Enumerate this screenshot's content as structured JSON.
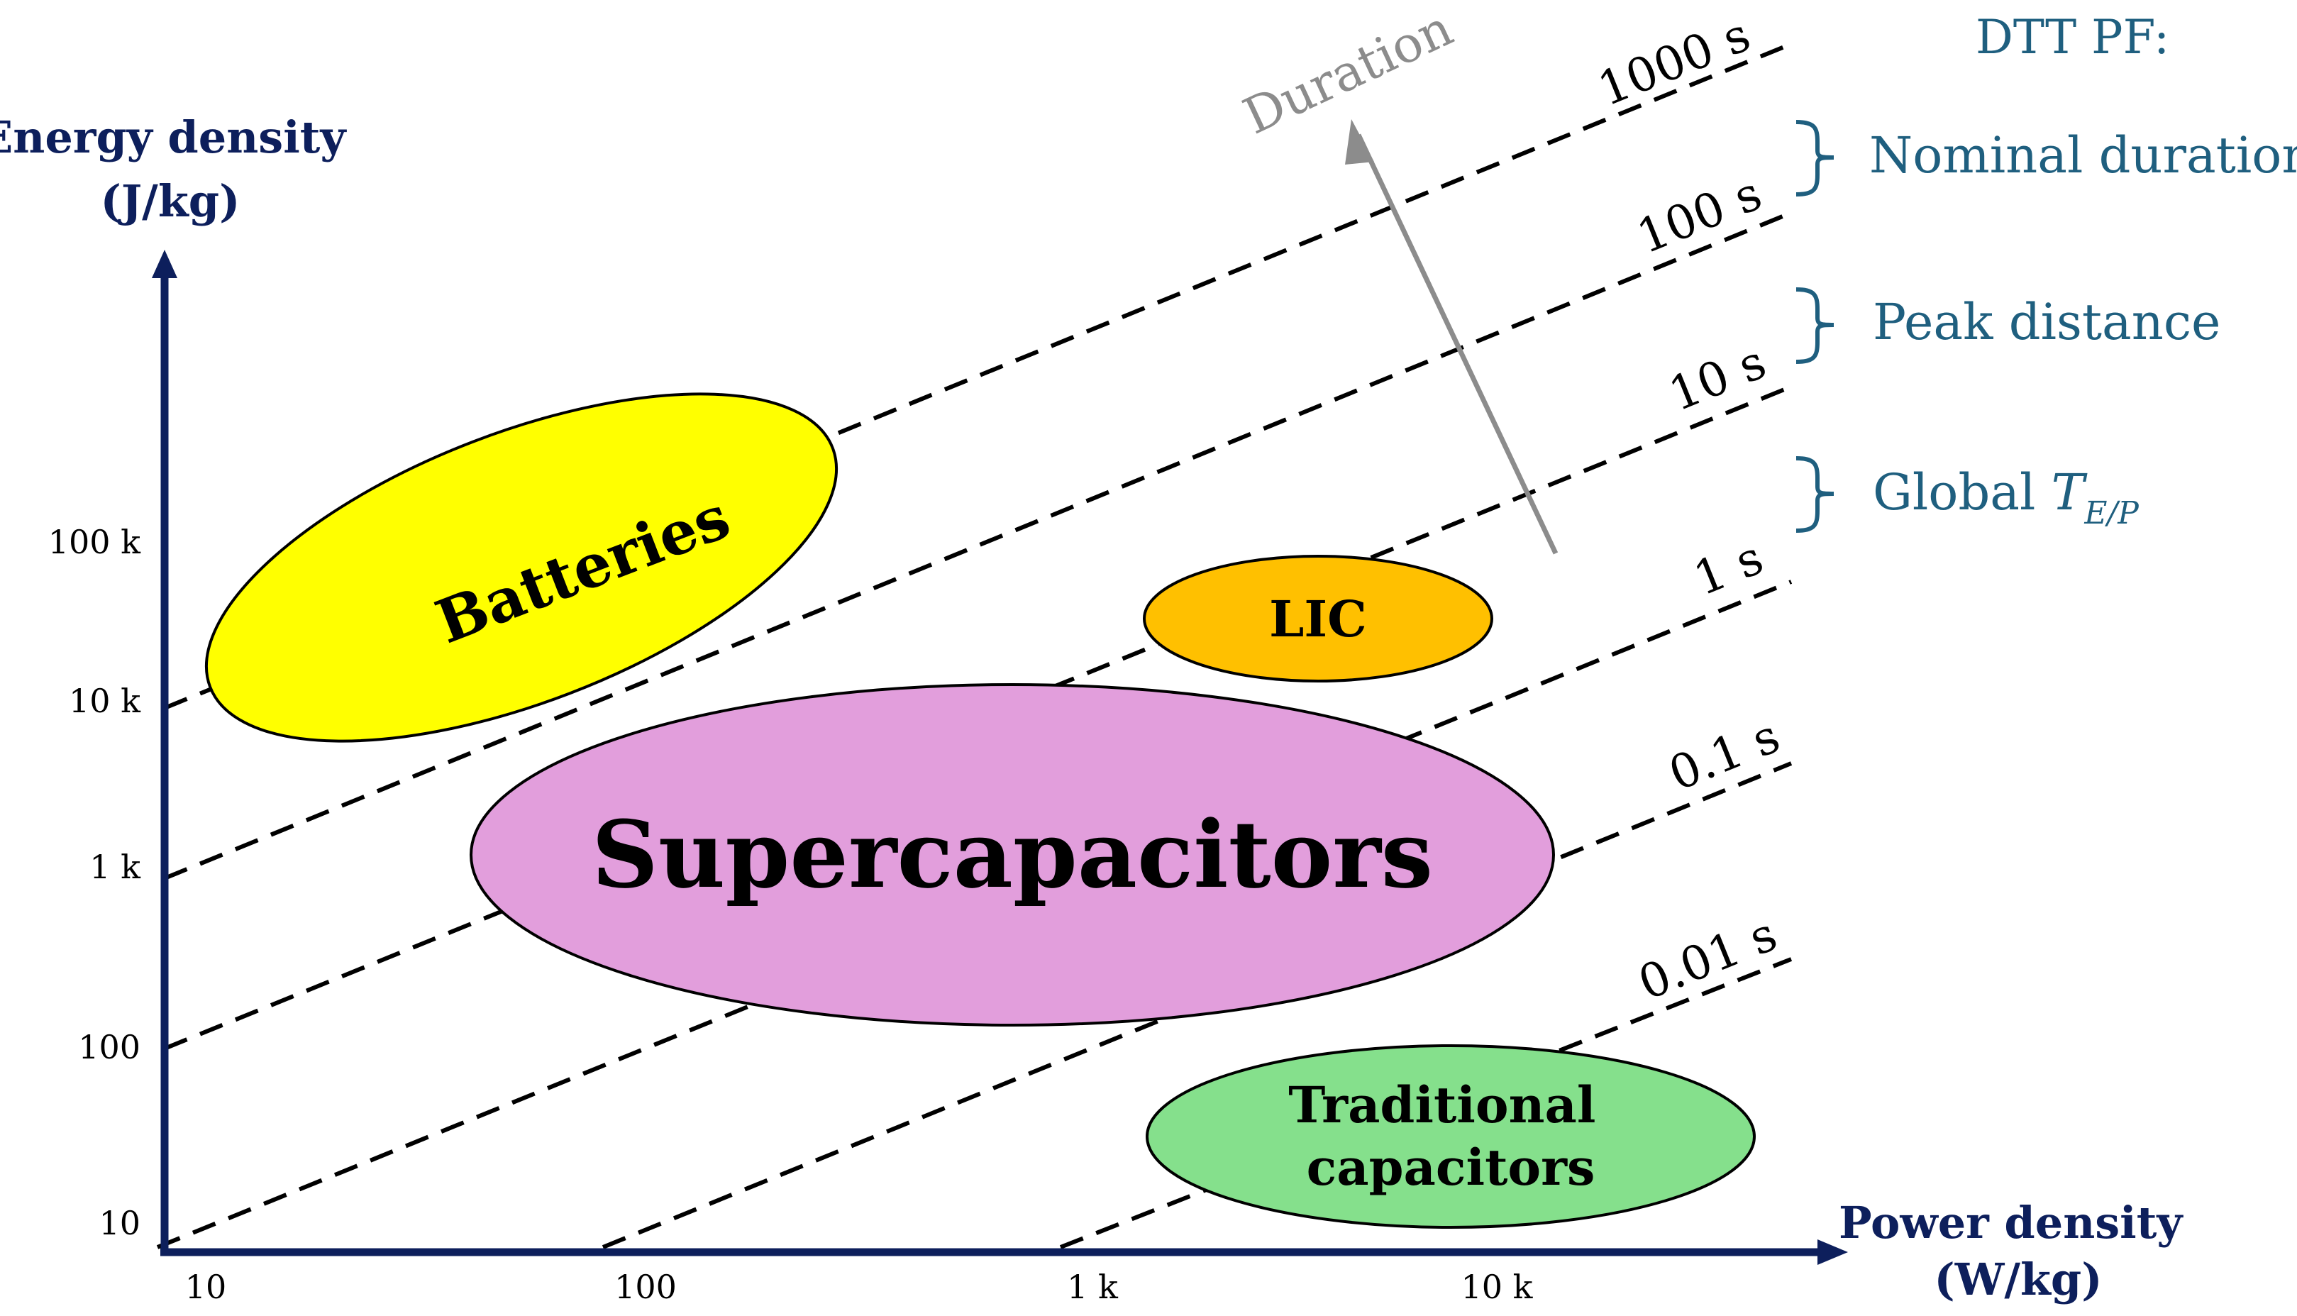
{
  "axes": {
    "y_title": [
      "Energy density",
      "(J/kg)"
    ],
    "x_title": [
      "Power density",
      "(W/kg)"
    ],
    "y_ticks": [
      "10",
      "100",
      "1 k",
      "10 k",
      "100 k"
    ],
    "x_ticks": [
      "10",
      "100",
      "1 k",
      "10 k"
    ],
    "color": "#0d1f5c"
  },
  "duration_lines": {
    "labels": [
      "0.01 s",
      "0.1 s",
      "1 s",
      "10 s",
      "100 s",
      "1000 s"
    ],
    "color": "#000000"
  },
  "regions": [
    {
      "label": "Batteries",
      "color": "#ffff00"
    },
    {
      "label": "LIC",
      "color": "#ffc000"
    },
    {
      "label": "Supercapacitors",
      "color": "#e29edc"
    },
    {
      "label": "Traditional capacitors",
      "lines": [
        "Traditional",
        "capacitors"
      ],
      "color": "#85e08c"
    }
  ],
  "duration_arrow": {
    "label": "Duration",
    "color": "#8c8c8c"
  },
  "dtt_pf": {
    "title": "DTT PF:",
    "items": [
      {
        "text": "Nominal duration"
      },
      {
        "text": "Peak distance"
      },
      {
        "text": "Global ",
        "symbol": "T",
        "subscript": "E/P"
      }
    ],
    "color": "#1f5f7f"
  }
}
